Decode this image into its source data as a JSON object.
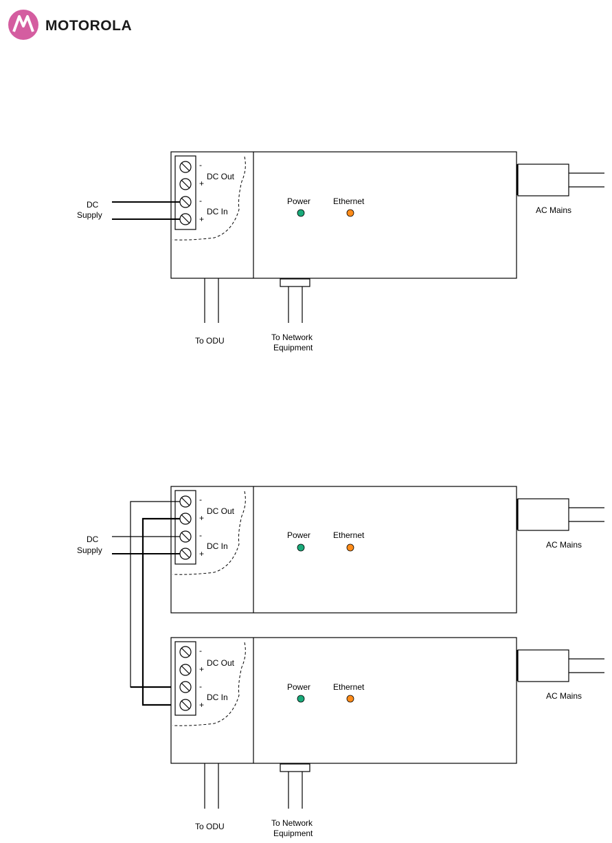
{
  "header": {
    "brand": "MOTOROLA"
  },
  "colors": {
    "power_led": "#1aaa7a",
    "ethernet_led": "#ff8c1a",
    "logo_circle": "#d45da0"
  },
  "labels": {
    "dc_out": "DC Out",
    "dc_in": "DC In",
    "minus": "-",
    "plus": "+",
    "power": "Power",
    "ethernet": "Ethernet",
    "ac_mains": "AC Mains",
    "dc_supply_line1": "DC",
    "dc_supply_line2": "Supply",
    "to_odu": "To ODU",
    "to_network_line1": "To Network",
    "to_network_line2": "Equipment"
  }
}
